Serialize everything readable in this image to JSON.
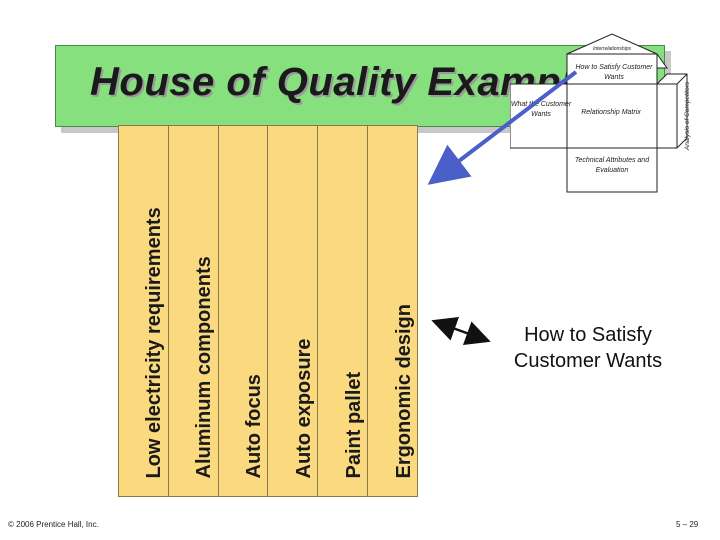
{
  "title": "House of Quality Example",
  "columns": [
    "Low electricity requirements",
    "Aluminum components",
    "Auto focus",
    "Auto exposure",
    "Paint pallet",
    "Ergonomic design"
  ],
  "mini_house": {
    "roof": "Interrelationships",
    "how": "How to Satisfy Customer Wants",
    "wants": "What the Customer Wants",
    "relationship": "Relationship Matrix",
    "competitors": "Analysis of Competitors",
    "technical": "Technical Attributes and Evaluation"
  },
  "callout": "How to Satisfy Customer Wants",
  "footer": {
    "copyright": "© 2006 Prentice Hall, Inc.",
    "page": "5 – 29"
  },
  "colors": {
    "banner": "#86e07e",
    "panel": "#fbd97e",
    "arrow_blue": "#4a5fc8"
  }
}
